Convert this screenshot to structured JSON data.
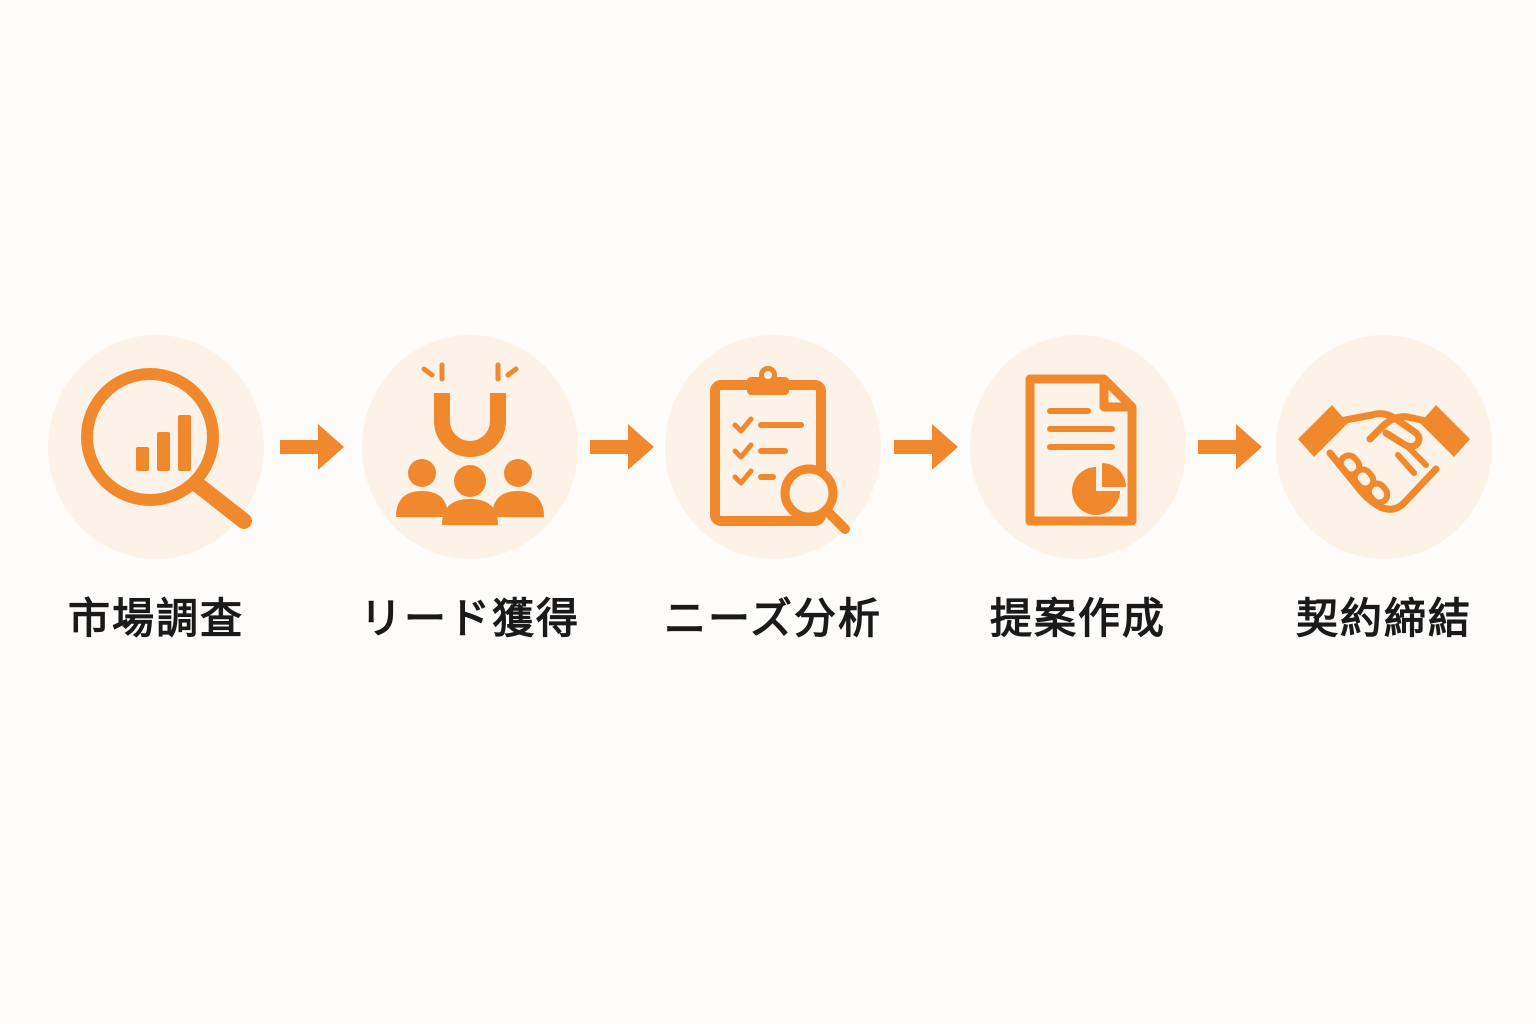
{
  "accent_color": "#f0892d",
  "circle_color": "#fdf2e8",
  "text_color": "#1a1a1a",
  "steps": [
    {
      "label": "市場調査",
      "icon": "magnifier-bar-chart-icon"
    },
    {
      "label": "リード獲得",
      "icon": "magnet-people-icon"
    },
    {
      "label": "ニーズ分析",
      "icon": "clipboard-checklist-search-icon"
    },
    {
      "label": "提案作成",
      "icon": "document-pie-chart-icon"
    },
    {
      "label": "契約締結",
      "icon": "handshake-icon"
    }
  ],
  "connector_icon": "right-arrow-icon"
}
